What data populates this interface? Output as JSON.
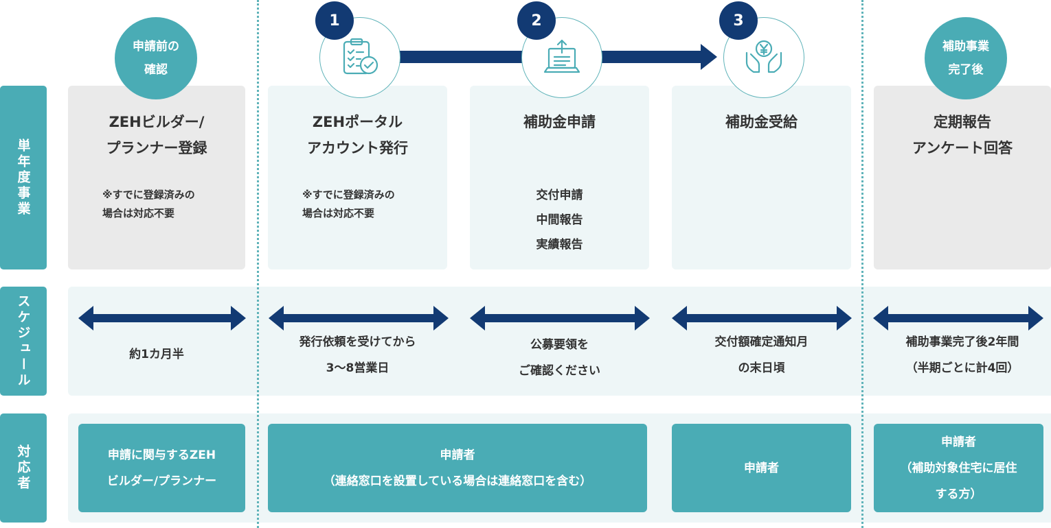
{
  "row_labels": {
    "annual": "単年度事業",
    "schedule": "スケジュール",
    "responder": "対応者"
  },
  "badges": {
    "pre": "申請前の\n確認",
    "post": "補助事業\n完了後"
  },
  "step_numbers": [
    "1",
    "2",
    "3"
  ],
  "icons": [
    "checklist-clipboard-icon",
    "laptop-upload-icon",
    "yen-hands-icon"
  ],
  "steps": [
    {
      "title": "ZEHビルダー/\nプランナー登録",
      "note": "※すでに登録済みの\n場合は対応不要"
    },
    {
      "title": "ZEHポータル\nアカウント発行",
      "note": "※すでに登録済みの\n場合は対応不要"
    },
    {
      "title": "補助金申請",
      "list": "交付申請\n中間報告\n実績報告"
    },
    {
      "title": "補助金受給"
    },
    {
      "title": "定期報告\nアンケート回答"
    }
  ],
  "schedule": [
    "約1カ月半",
    "発行依頼を受けてから\n3〜8営業日",
    "公募要領を\nご確認ください",
    "交付額確定通知月\nの末日頃",
    "補助事業完了後2年間\n（半期ごとに計4回）"
  ],
  "responders": [
    "申請に関与するZEH\nビルダー/プランナー",
    "申請者\n（連絡窓口を設置している場合は連絡窓口を含む）",
    "申請者",
    "申請者\n（補助対象住宅に居住\nする方）"
  ],
  "colors": {
    "teal": "#4aacb5",
    "navy": "#123a73",
    "light_bg": "#eef6f7",
    "gray_card": "#eaeaea"
  }
}
